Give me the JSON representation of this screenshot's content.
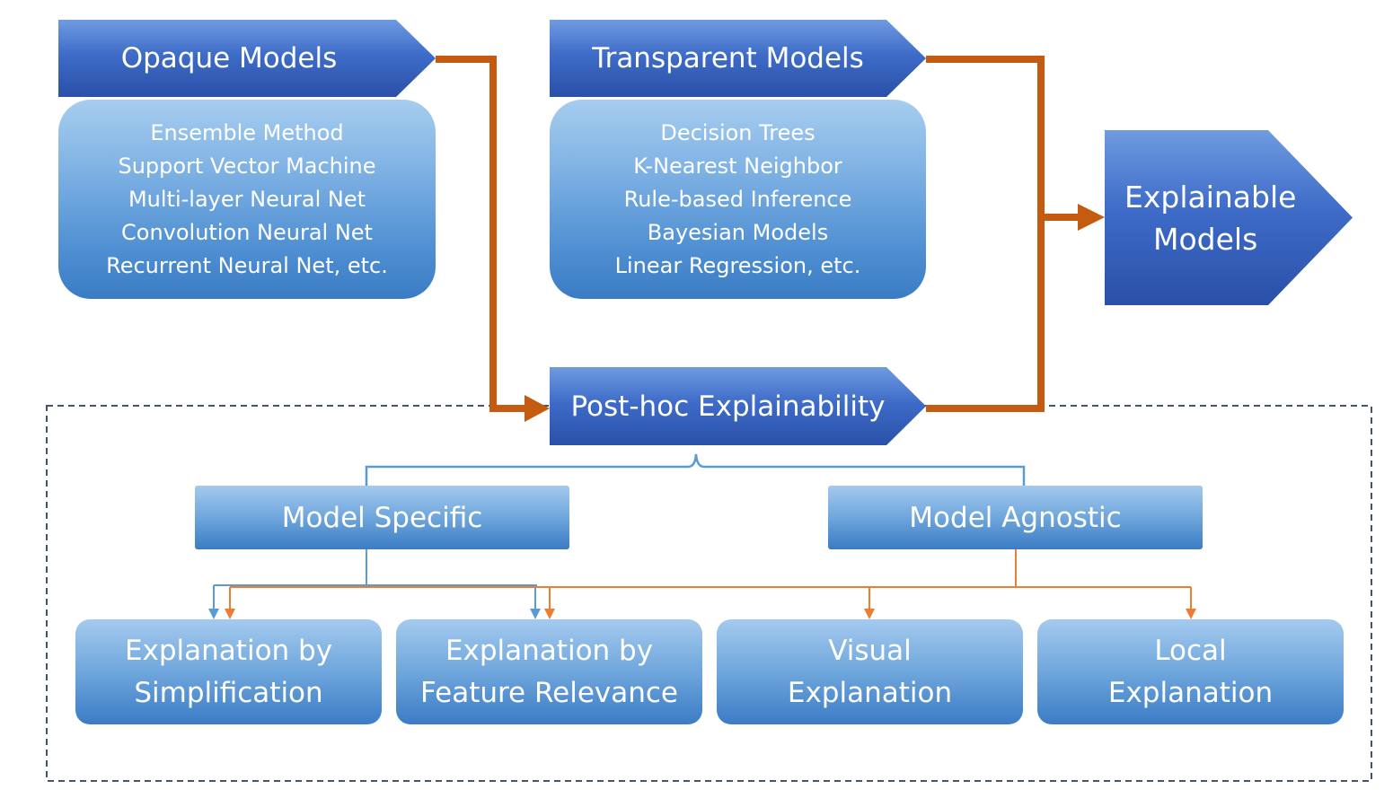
{
  "opaque": {
    "title": "Opaque Models",
    "items": [
      "Ensemble Method",
      "Support Vector Machine",
      "Multi-layer Neural Net",
      "Convolution Neural Net",
      "Recurrent Neural Net, etc."
    ]
  },
  "transparent": {
    "title": "Transparent Models",
    "items": [
      "Decision Trees",
      "K-Nearest Neighbor",
      "Rule-based Inference",
      "Bayesian Models",
      "Linear Regression, etc."
    ]
  },
  "explainable": {
    "line1": "Explainable",
    "line2": "Models"
  },
  "posthoc": {
    "title": "Post-hoc Explainability"
  },
  "model_specific": {
    "title": "Model Specific"
  },
  "model_agnostic": {
    "title": "Model Agnostic"
  },
  "leaves": [
    {
      "line1": "Explanation by",
      "line2": "Simplification"
    },
    {
      "line1": "Explanation by",
      "line2": "Feature Relevance"
    },
    {
      "line1": "Visual",
      "line2": "Explanation"
    },
    {
      "line1": "Local",
      "line2": "Explanation"
    }
  ],
  "colors": {
    "flow": "#c55a11",
    "specific_link": "#5b9bd5",
    "agnostic_link": "#ed7d31",
    "dashed_border": "#44546a"
  }
}
